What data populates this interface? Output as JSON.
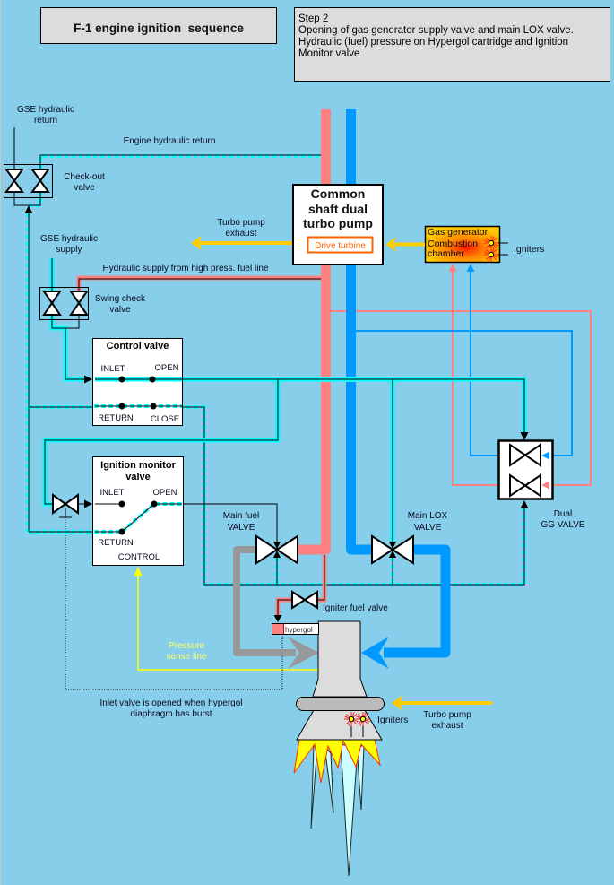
{
  "title": "F-1 engine ignition  sequence",
  "step": {
    "heading": "Step 2",
    "description_lines": [
      "Opening of gas generator supply valve and main LOX valve.",
      "Hydraulic (fuel) pressure on Hypergol cartridge and Ignition",
      "Monitor valve"
    ]
  },
  "components": {
    "gse_hydraulic_return": [
      "GSE hydraulic",
      "return"
    ],
    "engine_hydraulic_return": "Engine hydraulic return",
    "checkout_valve": [
      "Check-out",
      "valve"
    ],
    "turbo_pump": {
      "title_lines": [
        "Common",
        "shaft dual",
        "turbo pump"
      ],
      "drive_turbine": "Drive turbine"
    },
    "turbo_pump_exhaust_upper": [
      "Turbo pump",
      "exhaust"
    ],
    "gas_generator": {
      "lines": [
        "Gas generator",
        "Combustion",
        "chamber"
      ],
      "igniters": "Igniters"
    },
    "gse_hydraulic_supply": [
      "GSE hydraulic",
      "supply"
    ],
    "hydraulic_supply_line": "Hydraulic supply from high press. fuel line",
    "swing_check_valve": [
      "Swing check",
      "valve"
    ],
    "control_valve": {
      "title": "Control valve",
      "inlet": "INLET",
      "open": "OPEN",
      "return": "RETURN",
      "close": "CLOSE"
    },
    "ignition_monitor_valve": {
      "title_lines": [
        "Ignition monitor",
        "valve"
      ],
      "inlet": "INLET",
      "open": "OPEN",
      "return": "RETURN",
      "control": "CONTROL"
    },
    "main_fuel_valve": [
      "Main fuel",
      "VALVE"
    ],
    "main_lox_valve": [
      "Main LOX",
      "VALVE"
    ],
    "dual_gg_valve": [
      "Dual",
      "GG VALVE"
    ],
    "igniter_fuel_valve": "Igniter fuel valve",
    "hypergol": "hypergol",
    "pressure_sense_line": [
      "Pressure",
      "sense line"
    ],
    "inlet_note": [
      "Inlet valve is opened when hypergol",
      "diaphragm has burst"
    ],
    "nozzle_igniters": "Igniters",
    "turbo_pump_exhaust_lower": [
      "Turbo pump",
      "exhaust"
    ]
  },
  "colors": {
    "background": "#87CEEB",
    "fuel": "#FF8080",
    "lox": "#0099FF",
    "hydraulic": "#00FFFF",
    "exhaust": "#FFCC00",
    "fuel_feed": "#999999",
    "pressure_sense": "#FFFF00",
    "drive_turbine": "#FF6600"
  }
}
